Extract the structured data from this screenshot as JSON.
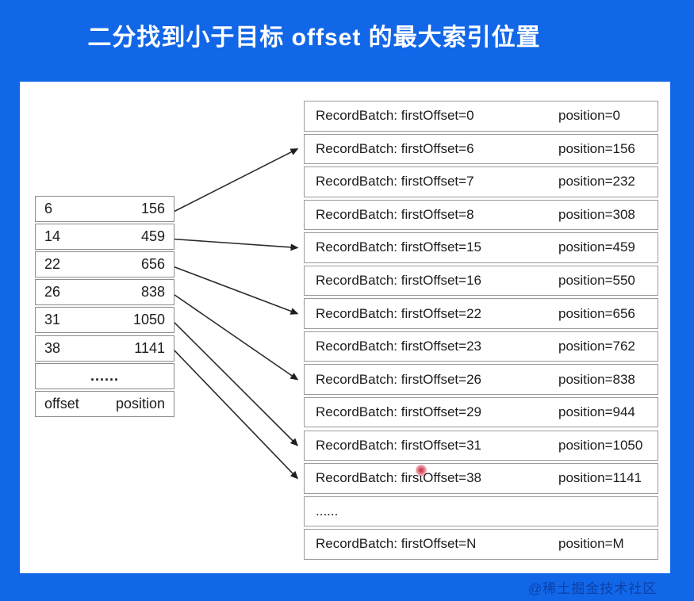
{
  "title": "二分找到小于目标 offset 的最大索引位置",
  "watermark": "@稀土掘金技术社区",
  "colors": {
    "background": "#1267E8",
    "panel": "#FFFFFF",
    "table_border": "#9A9A9A",
    "text": "#1C1C1C",
    "title_text": "#FFFFFF",
    "arrow": "#2A2A2A",
    "red_marker": "#C03B4A",
    "watermark_text": "#0A3C9E"
  },
  "index_table": {
    "rows": [
      {
        "offset": "6",
        "position": "156"
      },
      {
        "offset": "14",
        "position": "459"
      },
      {
        "offset": "22",
        "position": "656"
      },
      {
        "offset": "26",
        "position": "838"
      },
      {
        "offset": "31",
        "position": "1050"
      },
      {
        "offset": "38",
        "position": "1141"
      }
    ],
    "ellipsis": "......",
    "footer": {
      "left": "offset",
      "right": "position"
    }
  },
  "log_table": {
    "rows": [
      {
        "label": "RecordBatch: firstOffset=0",
        "position": "position=0"
      },
      {
        "label": "RecordBatch: firstOffset=6",
        "position": "position=156"
      },
      {
        "label": "RecordBatch: firstOffset=7",
        "position": "position=232"
      },
      {
        "label": "RecordBatch: firstOffset=8",
        "position": "position=308"
      },
      {
        "label": "RecordBatch: firstOffset=15",
        "position": "position=459"
      },
      {
        "label": "RecordBatch: firstOffset=16",
        "position": "position=550"
      },
      {
        "label": "RecordBatch: firstOffset=22",
        "position": "position=656"
      },
      {
        "label": "RecordBatch: firstOffset=23",
        "position": "position=762"
      },
      {
        "label": "RecordBatch: firstOffset=26",
        "position": "position=838"
      },
      {
        "label": "RecordBatch: firstOffset=29",
        "position": "position=944"
      },
      {
        "label": "RecordBatch: firstOffset=31",
        "position": "position=1050"
      },
      {
        "label": "RecordBatch: firstOffset=38",
        "position": "position=1141"
      },
      {
        "label": "......",
        "position": ""
      },
      {
        "label": "RecordBatch: firstOffset=N",
        "position": "position=M"
      }
    ]
  },
  "arrows": [
    {
      "from_index_row": 0,
      "to_log_row": 1
    },
    {
      "from_index_row": 1,
      "to_log_row": 4
    },
    {
      "from_index_row": 2,
      "to_log_row": 6
    },
    {
      "from_index_row": 3,
      "to_log_row": 8
    },
    {
      "from_index_row": 4,
      "to_log_row": 10
    },
    {
      "from_index_row": 5,
      "to_log_row": 11
    }
  ]
}
